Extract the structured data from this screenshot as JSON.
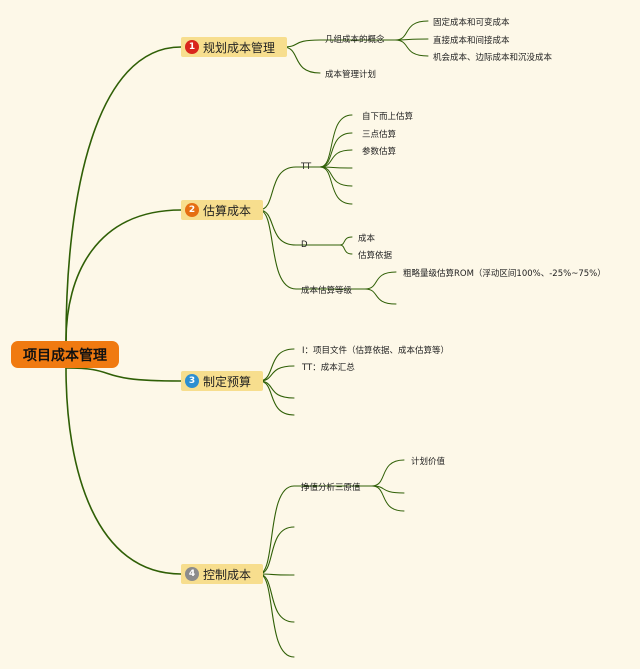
{
  "root": {
    "label": "项目成本管理",
    "color": "#f07a10"
  },
  "branches": [
    {
      "num": "1",
      "num_color": "#d9251c",
      "label": "规划成本管理",
      "items": [
        {
          "label": "几组成本的概念",
          "children": [
            "固定成本和可变成本",
            "直接成本和间接成本",
            "机会成本、边际成本和沉没成本"
          ]
        },
        {
          "label": "成本管理计划"
        }
      ]
    },
    {
      "num": "2",
      "num_color": "#e56f12",
      "label": "估算成本",
      "items": [
        {
          "label": "TT",
          "children": [
            "自下而上估算",
            "三点估算",
            "参数估算",
            "",
            "",
            ""
          ]
        },
        {
          "label": "D",
          "children": [
            "成本",
            "估算依据"
          ]
        },
        {
          "label": "成本估算等级",
          "children": [
            "粗略量级估算ROM（浮动区间100%、-25%~75%）",
            ""
          ]
        }
      ]
    },
    {
      "num": "3",
      "num_color": "#2e8fd0",
      "label": "制定预算",
      "items": [
        {
          "label": "I：项目文件（估算依据、成本估算等）"
        },
        {
          "label": "TT：成本汇总"
        },
        {
          "label": ""
        },
        {
          "label": ""
        }
      ]
    },
    {
      "num": "4",
      "num_color": "#8c8c8c",
      "label": "控制成本",
      "items": [
        {
          "label": "挣值分析三原值",
          "children": [
            "计划价值",
            "",
            ""
          ]
        },
        {
          "label": ""
        },
        {
          "label": ""
        },
        {
          "label": ""
        },
        {
          "label": ""
        }
      ]
    }
  ],
  "colors": {
    "line": "#2f5f06",
    "branch_fill": "#f7de8e",
    "background": "#fdf8e8"
  }
}
